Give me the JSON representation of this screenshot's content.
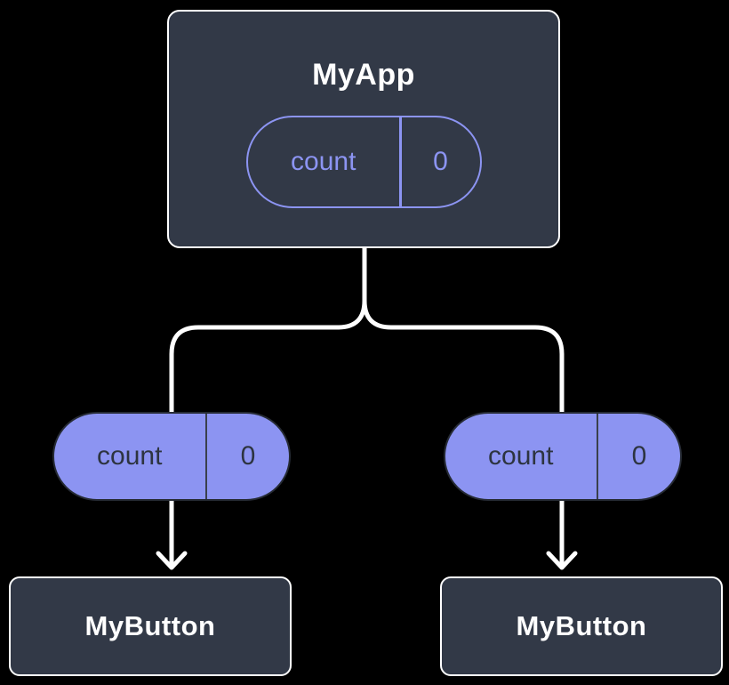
{
  "diagram": {
    "background": "#000000",
    "colors": {
      "node_fill": "#323947",
      "node_border": "#ffffff",
      "connector": "#ffffff",
      "accent_purple": "#8c94f2",
      "pill_dark_text": "#2d3440"
    },
    "root": {
      "label": "MyApp",
      "state": {
        "key": "count",
        "value": "0"
      }
    },
    "children": [
      {
        "prop": {
          "key": "count",
          "value": "0"
        },
        "label": "MyButton"
      },
      {
        "prop": {
          "key": "count",
          "value": "0"
        },
        "label": "MyButton"
      }
    ]
  }
}
